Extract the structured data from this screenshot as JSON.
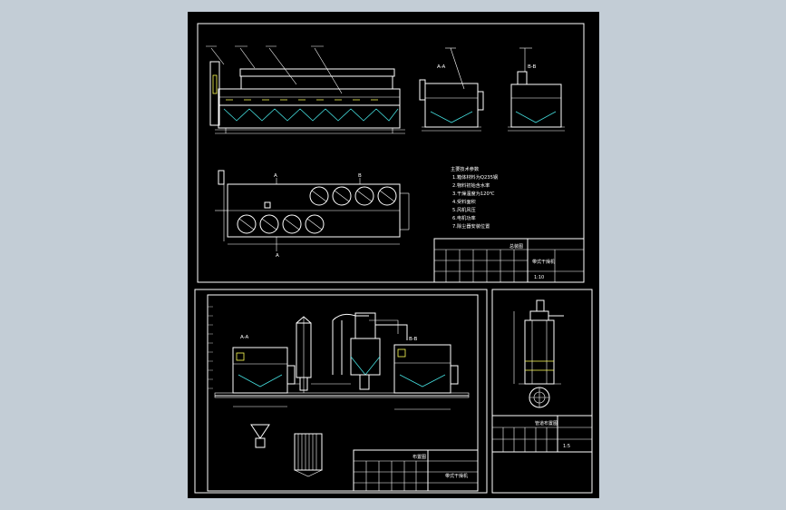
{
  "section_labels": {
    "aa_top": "A-A",
    "bb_top": "B-B",
    "plan_a_top": "A",
    "plan_a_bottom": "A",
    "plan_b": "B",
    "aa_lower": "A-A",
    "bb_lower": "B-B"
  },
  "notes": {
    "title": "主要技术参数",
    "lines": [
      "1.箱体材料为Q235钢",
      "2.物料初始含水率",
      "3.干燥温度为120℃",
      "4.受料面积",
      "5.风机风压",
      "6.电机功率",
      "7.除尘器安装位置"
    ]
  },
  "title_block_main": {
    "name": "带式干燥机",
    "unit": "总装图",
    "drawing_no": "1:10"
  },
  "title_block_lower": {
    "name": "带式干燥机",
    "unit": "布置图"
  },
  "title_block_right": {
    "unit": "管道布置图",
    "drawing_no": "1:5"
  }
}
